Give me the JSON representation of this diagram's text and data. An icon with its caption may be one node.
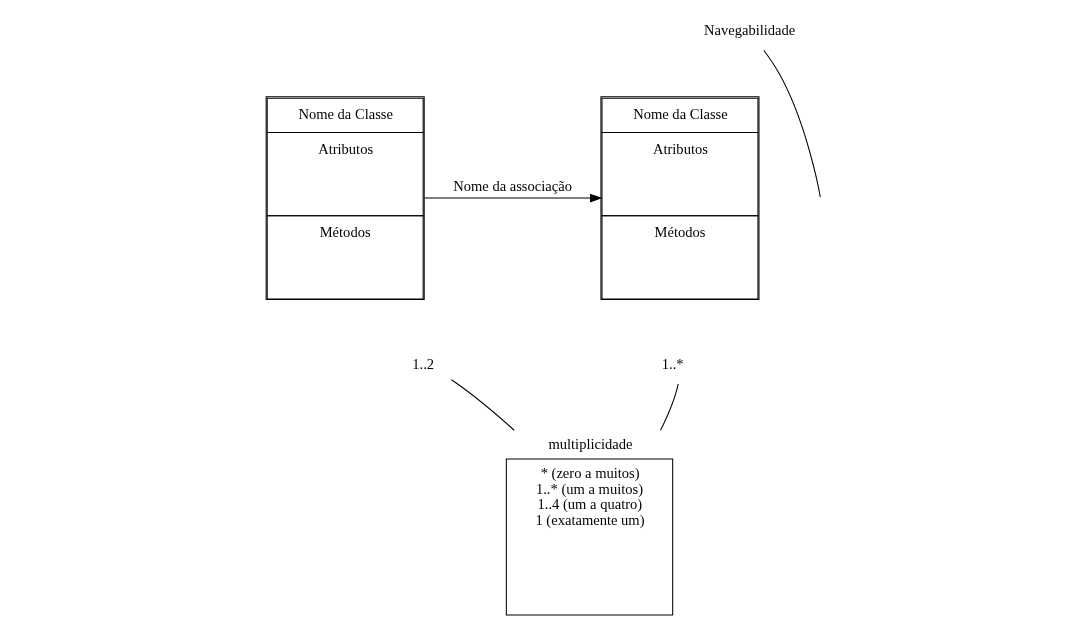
{
  "diagram": {
    "nodes": [
      {
        "text": [
          "Nome da Classe",
          "Atributos",
          "Métodos"
        ]
      },
      {
        "text": [
          "Nome da Classe",
          "Atributos",
          "Métodos"
        ]
      },
      {
        "text": [
          "Navegabilidade"
        ]
      },
      {
        "text": [
          "1..2"
        ]
      },
      {
        "text": [
          "1..*"
        ]
      },
      {
        "text": [
          "multiplicidade",
          "* (zero a muitos)",
          "1..* (um a muitos)",
          "1..4 (um a quatro)",
          "1 (exatamente um)"
        ]
      }
    ],
    "edges": [
      {
        "from": 0,
        "to": 1,
        "arrow": "to",
        "label": "Nome da associação"
      },
      {
        "from": 2,
        "to": null,
        "arrow": "none"
      },
      {
        "from": 5,
        "to": 3,
        "arrow": "none"
      },
      {
        "from": 5,
        "to": 4,
        "arrow": "none"
      }
    ]
  }
}
